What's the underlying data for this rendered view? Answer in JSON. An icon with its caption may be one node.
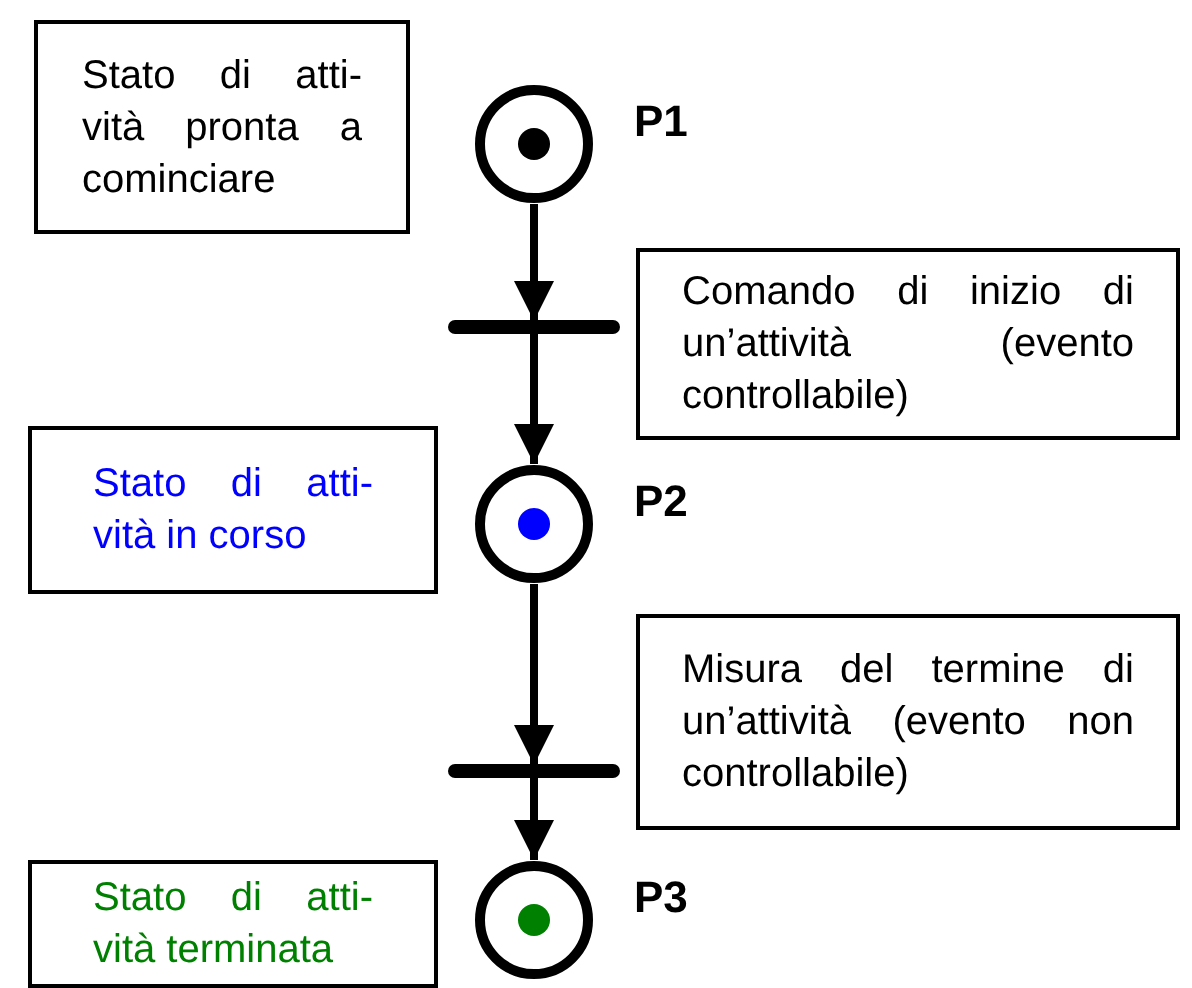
{
  "diagram": {
    "nodes": [
      {
        "text": [
          "Stato di atti- vità pronta a cominciare"
        ]
      },
      {
        "text": [],
        "shape": "circle",
        "beside": [
          "P1"
        ]
      },
      {
        "text": [
          "Comando di inizio di un’attività (evento controllabile)"
        ]
      },
      {
        "text": [],
        "shape": "bar"
      },
      {
        "text": [
          "Stato di atti- vità in corso"
        ]
      },
      {
        "text": [],
        "shape": "circle",
        "beside": [
          "P2"
        ]
      },
      {
        "text": [
          "Misura del termine di un’attività (evento non controllabile)"
        ]
      },
      {
        "text": [],
        "shape": "bar"
      },
      {
        "text": [
          "Stato di atti- vità terminata"
        ]
      },
      {
        "text": [],
        "shape": "circle",
        "beside": [
          "P3"
        ]
      }
    ],
    "edges": [
      {
        "from": 1,
        "to": 3,
        "arrow": "to"
      },
      {
        "from": 3,
        "to": 5,
        "arrow": "to"
      },
      {
        "from": 5,
        "to": 7,
        "arrow": "to"
      },
      {
        "from": 7,
        "to": 9,
        "arrow": "to"
      }
    ]
  }
}
